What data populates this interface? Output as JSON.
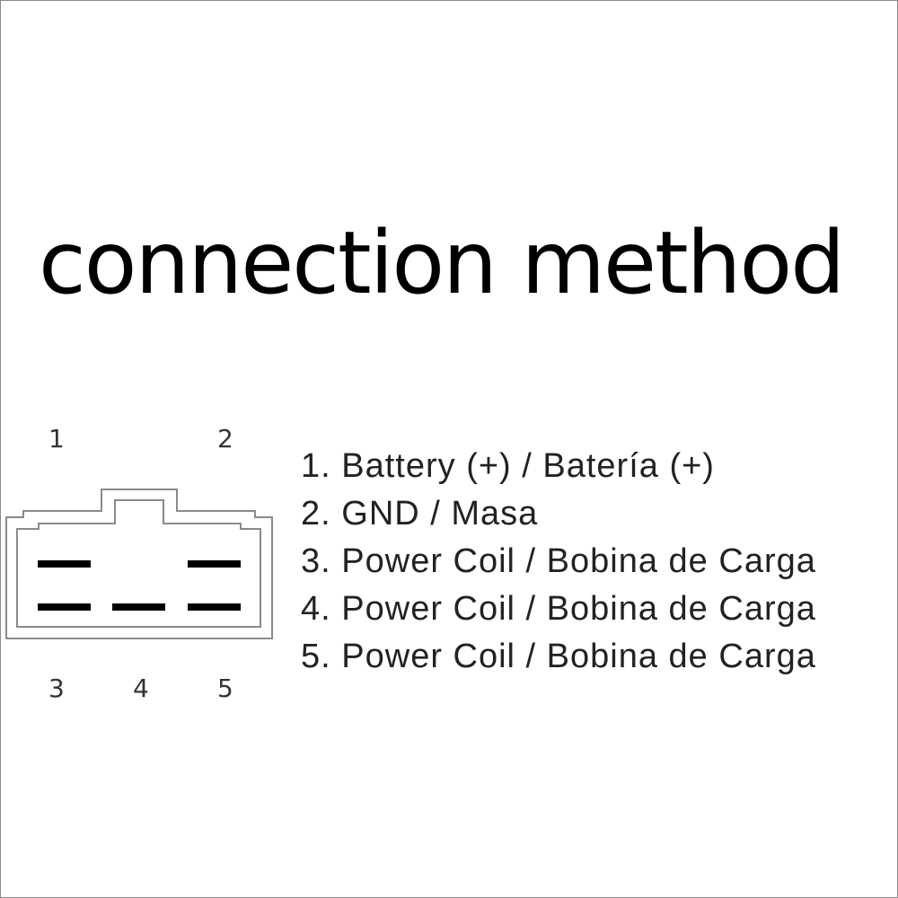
{
  "title": "connection method",
  "connector": {
    "pin_numbers": [
      "1",
      "2",
      "3",
      "4",
      "5"
    ]
  },
  "pins": [
    {
      "number": "1.",
      "label": "Battery (+) / Batería (+)"
    },
    {
      "number": "2.",
      "label": "GND / Masa"
    },
    {
      "number": "3.",
      "label": "Power Coil / Bobina de Carga"
    },
    {
      "number": "4.",
      "label": "Power Coil / Bobina de Carga"
    },
    {
      "number": "5.",
      "label": "Power Coil / Bobina de Carga"
    }
  ],
  "colors": {
    "text": "#000000",
    "outline": "#8a8a8a",
    "terminal": "#000000"
  }
}
